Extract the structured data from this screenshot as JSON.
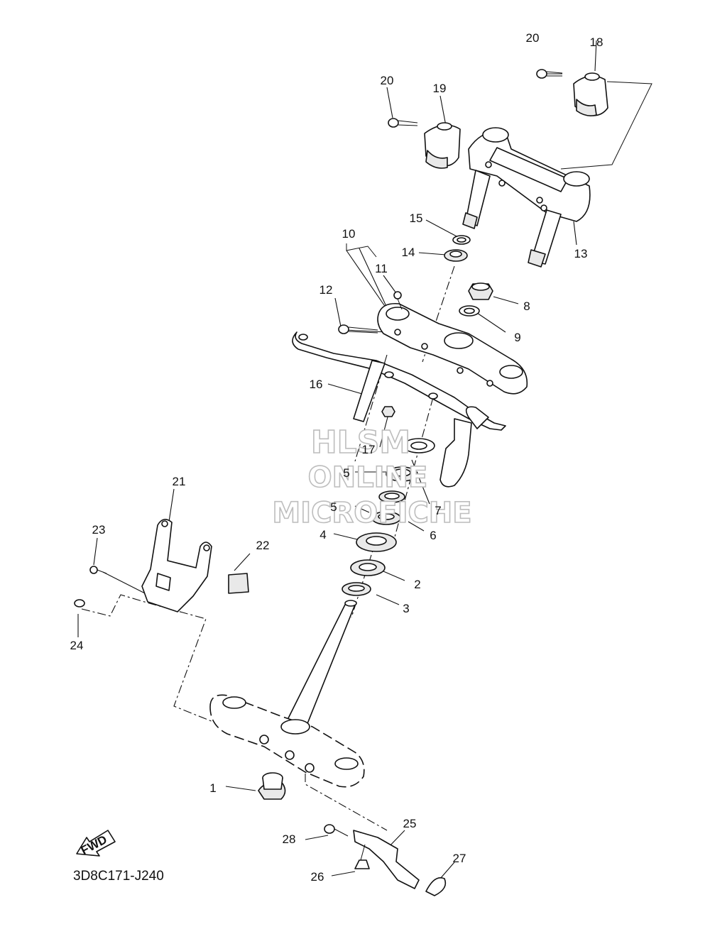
{
  "diagram": {
    "code": "3D8C171-J240",
    "fwd_label": "FWD",
    "watermark": [
      "HLSM",
      "ONLINE",
      "MICROFICHE"
    ],
    "callouts": [
      {
        "id": "c1",
        "text": "1"
      },
      {
        "id": "c2",
        "text": "2"
      },
      {
        "id": "c3",
        "text": "3"
      },
      {
        "id": "c4",
        "text": "4"
      },
      {
        "id": "c5a",
        "text": "5"
      },
      {
        "id": "c5b",
        "text": "5"
      },
      {
        "id": "c6",
        "text": "6"
      },
      {
        "id": "c7",
        "text": "7"
      },
      {
        "id": "c8",
        "text": "8"
      },
      {
        "id": "c9",
        "text": "9"
      },
      {
        "id": "c10",
        "text": "10"
      },
      {
        "id": "c11",
        "text": "11"
      },
      {
        "id": "c12",
        "text": "12"
      },
      {
        "id": "c13",
        "text": "13"
      },
      {
        "id": "c14",
        "text": "14"
      },
      {
        "id": "c15",
        "text": "15"
      },
      {
        "id": "c16",
        "text": "16"
      },
      {
        "id": "c17",
        "text": "17"
      },
      {
        "id": "c18",
        "text": "18"
      },
      {
        "id": "c19",
        "text": "19"
      },
      {
        "id": "c20a",
        "text": "20"
      },
      {
        "id": "c20b",
        "text": "20"
      },
      {
        "id": "c21",
        "text": "21"
      },
      {
        "id": "c22",
        "text": "22"
      },
      {
        "id": "c23",
        "text": "23"
      },
      {
        "id": "c24",
        "text": "24"
      },
      {
        "id": "c25",
        "text": "25"
      },
      {
        "id": "c26",
        "text": "26"
      },
      {
        "id": "c27",
        "text": "27"
      },
      {
        "id": "c28",
        "text": "28"
      }
    ]
  }
}
